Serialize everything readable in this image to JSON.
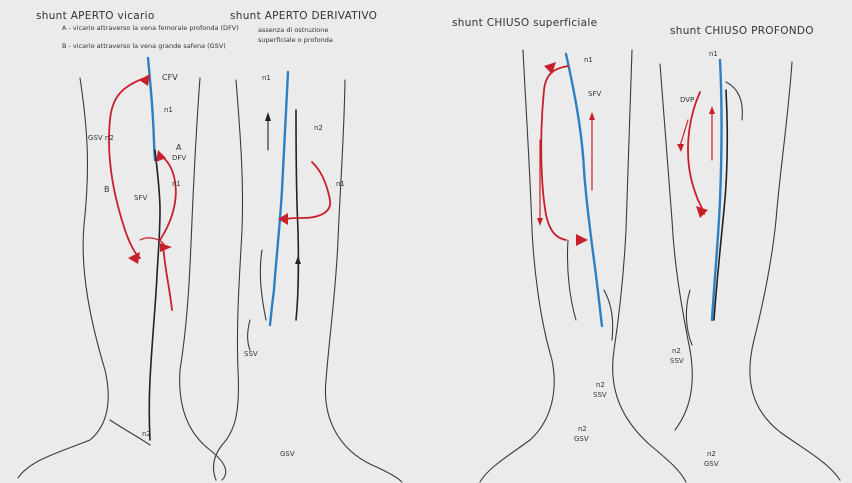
{
  "panels": [
    {
      "title": "shunt APERTO vicario",
      "notes": [
        "A - vicario attraverso la vena femorale profonda (DFV)",
        "B - vicario attraverso la vena grande safena (GSV)"
      ],
      "labels": {
        "cfv": "CFV",
        "n1_top": "n1",
        "gsv_n2": "GSV n2",
        "a": "A",
        "dfv": "DFV",
        "n1_mid": "n1",
        "b": "B",
        "sfv": "SFV",
        "n2_bottom": "n2"
      }
    },
    {
      "title": "shunt APERTO DERIVATIVO",
      "notes": [
        "assenza di ostruzione",
        "superficiale o profonda"
      ],
      "labels": {
        "n1_top": "n1",
        "n2": "n2",
        "n1_mid": "n1",
        "ssv": "SSV",
        "gsv": "GSV"
      }
    },
    {
      "title": "shunt CHIUSO superficiale",
      "labels": {
        "n1": "n1",
        "sfv": "SFV",
        "n2_ssv_a": "n2",
        "n2_ssv_b": "SSV",
        "n2_gsv_a": "n2",
        "n2_gsv_b": "GSV"
      }
    },
    {
      "title": "shunt CHIUSO PROFONDO",
      "labels": {
        "n1": "n1",
        "dvp": "DVP",
        "n2_ssv_a": "n2",
        "n2_ssv_b": "SSV",
        "n2_gsv_a": "n2",
        "n2_gsv_b": "GSV"
      }
    }
  ],
  "colors": {
    "background": "#ebebeb",
    "deep_vein": "#2f7fc4",
    "reflux": "#c8202a",
    "outline": "#3a3a3a"
  }
}
